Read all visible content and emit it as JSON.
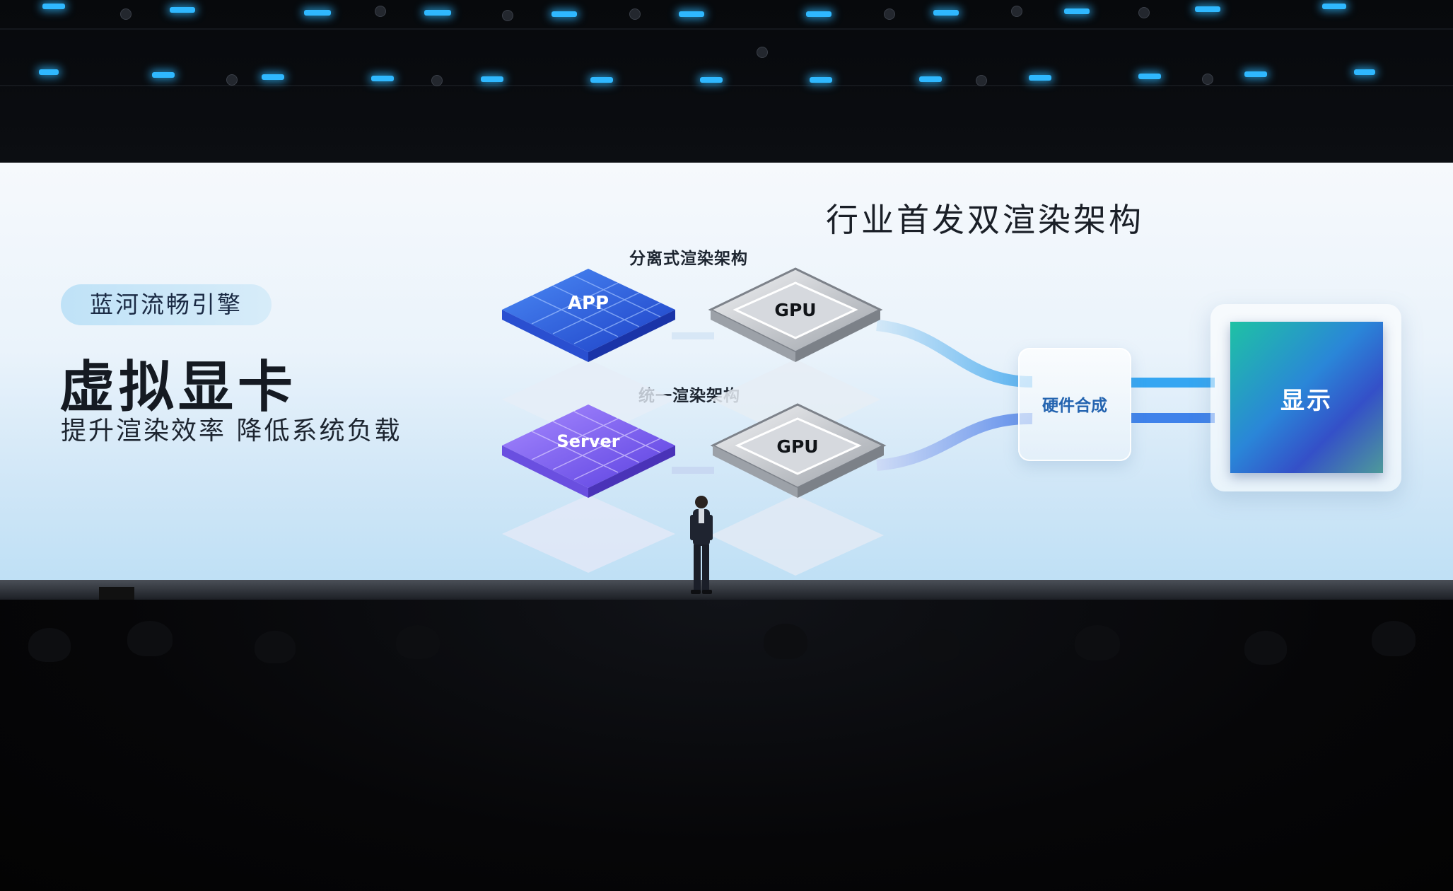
{
  "slide": {
    "badge": "蓝河流畅引擎",
    "title": "虚拟显卡",
    "subtitle": "提升渲染效率 降低系统负载",
    "heading": "行业首发双渲染架构"
  },
  "diagram": {
    "top_row_label": "分离式渲染架构",
    "bottom_row_label": "统一渲染架构",
    "top_chip": "APP",
    "bottom_chip": "Server",
    "top_gpu": "GPU",
    "bottom_gpu": "GPU",
    "compositor": "硬件合成",
    "display": "显示"
  },
  "colors": {
    "app_chip": "#2f63e0",
    "server_chip": "#7a5cf0",
    "flow_line": "#4aa8ec",
    "stage_light": "#2fb8ff"
  }
}
